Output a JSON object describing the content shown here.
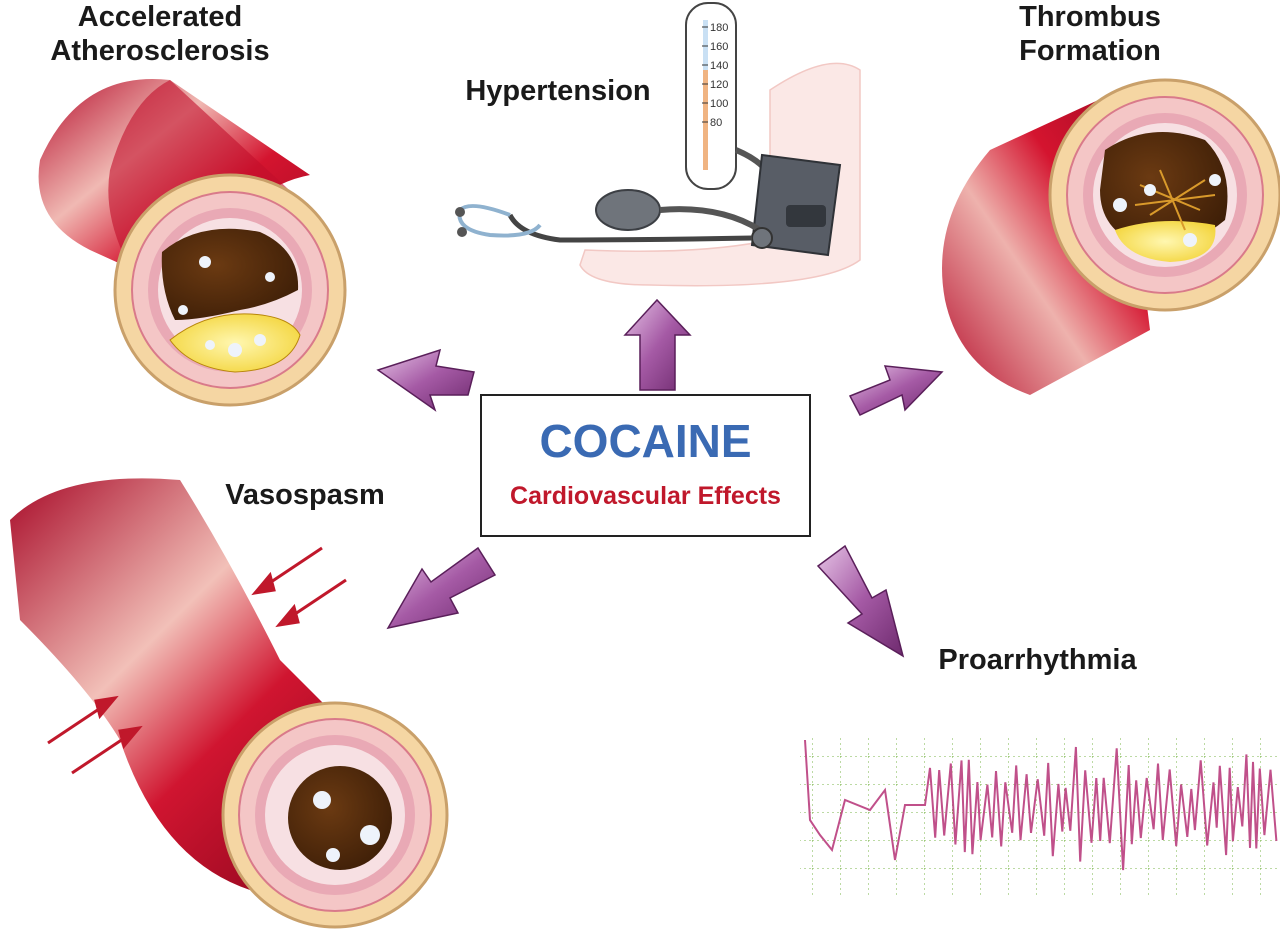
{
  "center": {
    "title": "COCAINE",
    "subtitle": "Cardiovascular Effects"
  },
  "effects": {
    "atherosclerosis": [
      "Accelerated",
      "Atherosclerosis"
    ],
    "hypertension": "Hypertension",
    "thrombus": [
      "Thrombus",
      "Formation"
    ],
    "vasospasm": "Vasospasm",
    "proarrhythmia": "Proarrhythmia"
  },
  "gauge": {
    "ticks": [
      "180",
      "160",
      "140",
      "120",
      "100",
      "80"
    ]
  },
  "colors": {
    "title_blue": "#3a6ab3",
    "subtitle_red": "#c0182b",
    "arrow_purple": "#8e3f8e",
    "vessel_red": "#c8102e",
    "ecg_trace": "#c0508a",
    "ecg_grid": "#7ab648"
  },
  "icons": [
    "arrow-icon",
    "sphygmomanometer-icon",
    "stethoscope-icon",
    "ecg-trace-icon"
  ]
}
